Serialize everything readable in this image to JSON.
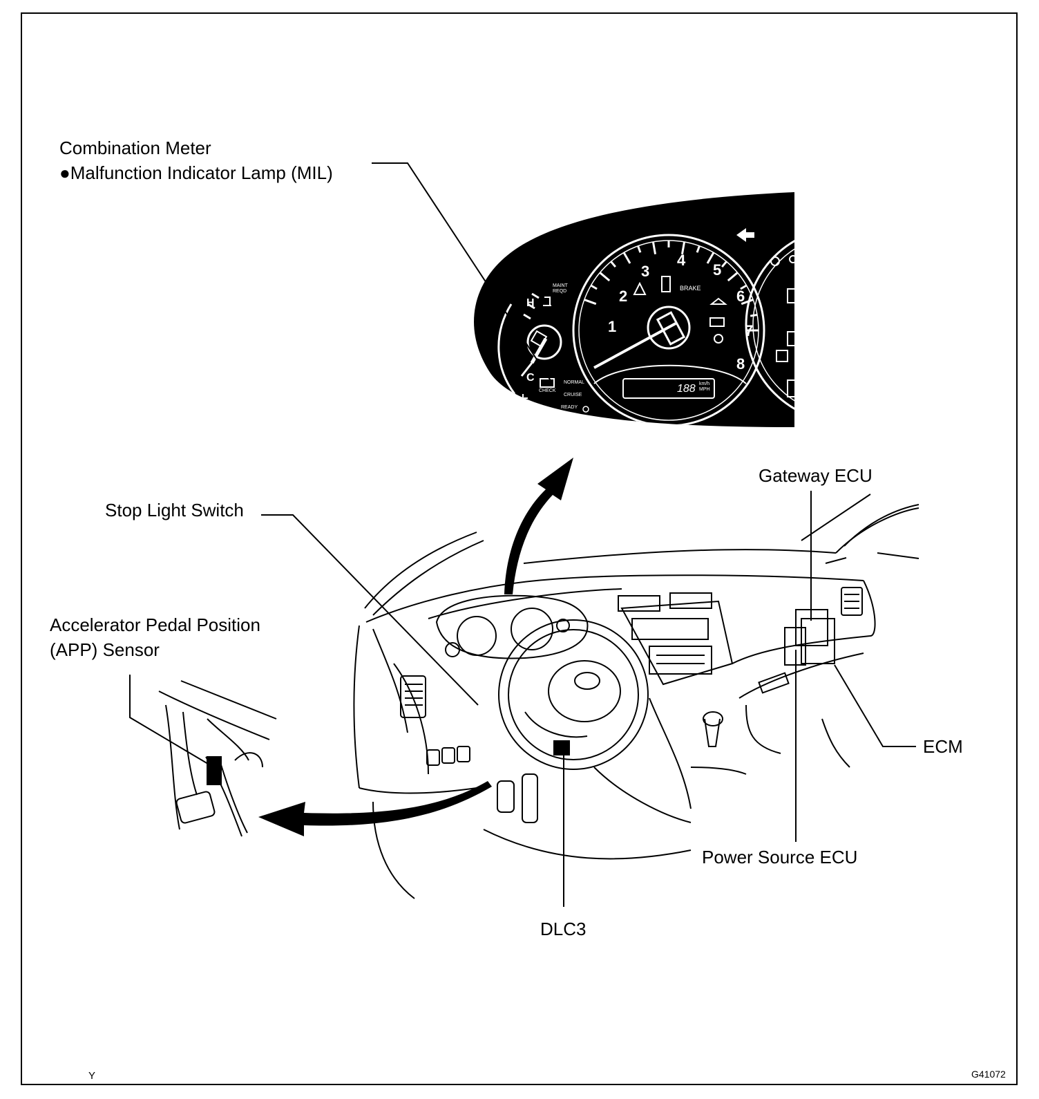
{
  "labels": {
    "combination_meter": "Combination Meter",
    "mil": "●Malfunction Indicator Lamp (MIL)",
    "stop_light_switch": "Stop Light Switch",
    "app_sensor_line1": "Accelerator Pedal Position",
    "app_sensor_line2": "(APP) Sensor",
    "gateway_ecu": "Gateway ECU",
    "ecm": "ECM",
    "power_source_ecu": "Power Source ECU",
    "dlc3": "DLC3"
  },
  "corner": {
    "left": "Y",
    "right": "G41072"
  },
  "gauge": {
    "tach_numbers": [
      "1",
      "2",
      "3",
      "4",
      "5",
      "6",
      "7",
      "8"
    ],
    "temp_high": "H",
    "temp_cold": "C",
    "check_label": "CHECK",
    "maint_label": "MAINT REQD",
    "brake_label": "BRAKE",
    "odo_display": "188",
    "odo_units": "km/h MPH",
    "norm_label": "NORMAL",
    "cruise_label": "CRUISE",
    "ready_label": "READY"
  },
  "colors": {
    "ink": "#000000",
    "paper": "#ffffff",
    "cluster": "#000000"
  }
}
